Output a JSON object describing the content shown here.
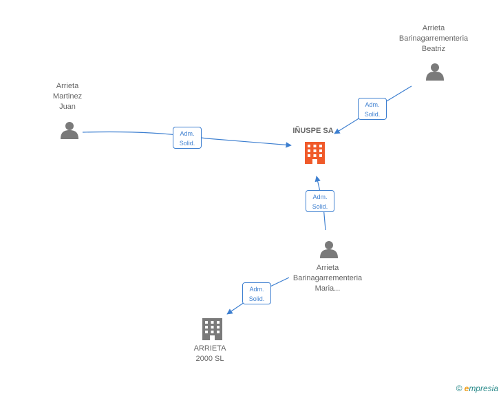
{
  "colors": {
    "edge": "#3d7fd0",
    "person": "#7a7a7a",
    "company": "#7a7a7a",
    "focus_company": "#f05a2a",
    "label": "#666666"
  },
  "nodes": {
    "center": {
      "name": "IÑUSPE SA",
      "icon": "building-icon"
    },
    "beatriz": {
      "lines": [
        "Arrieta",
        "Barinagarrementeria",
        "Beatriz"
      ],
      "icon": "person-icon"
    },
    "juan": {
      "lines": [
        "Arrieta",
        "Martinez",
        "Juan"
      ],
      "icon": "person-icon"
    },
    "maria": {
      "lines": [
        "Arrieta",
        "Barinagarrementeria",
        "Maria..."
      ],
      "icon": "person-icon"
    },
    "arrieta2000": {
      "lines": [
        "ARRIETA",
        "2000 SL"
      ],
      "icon": "building-icon"
    }
  },
  "edges": {
    "juan_center": {
      "line1": "Adm.",
      "line2": "Solid."
    },
    "beatriz_center": {
      "line1": "Adm.",
      "line2": "Solid."
    },
    "maria_center": {
      "line1": "Adm.",
      "line2": "Solid."
    },
    "maria_arrieta2000": {
      "line1": "Adm.",
      "line2": "Solid."
    }
  },
  "brand": {
    "copyright": "©",
    "initial": "e",
    "rest": "mpresia"
  }
}
